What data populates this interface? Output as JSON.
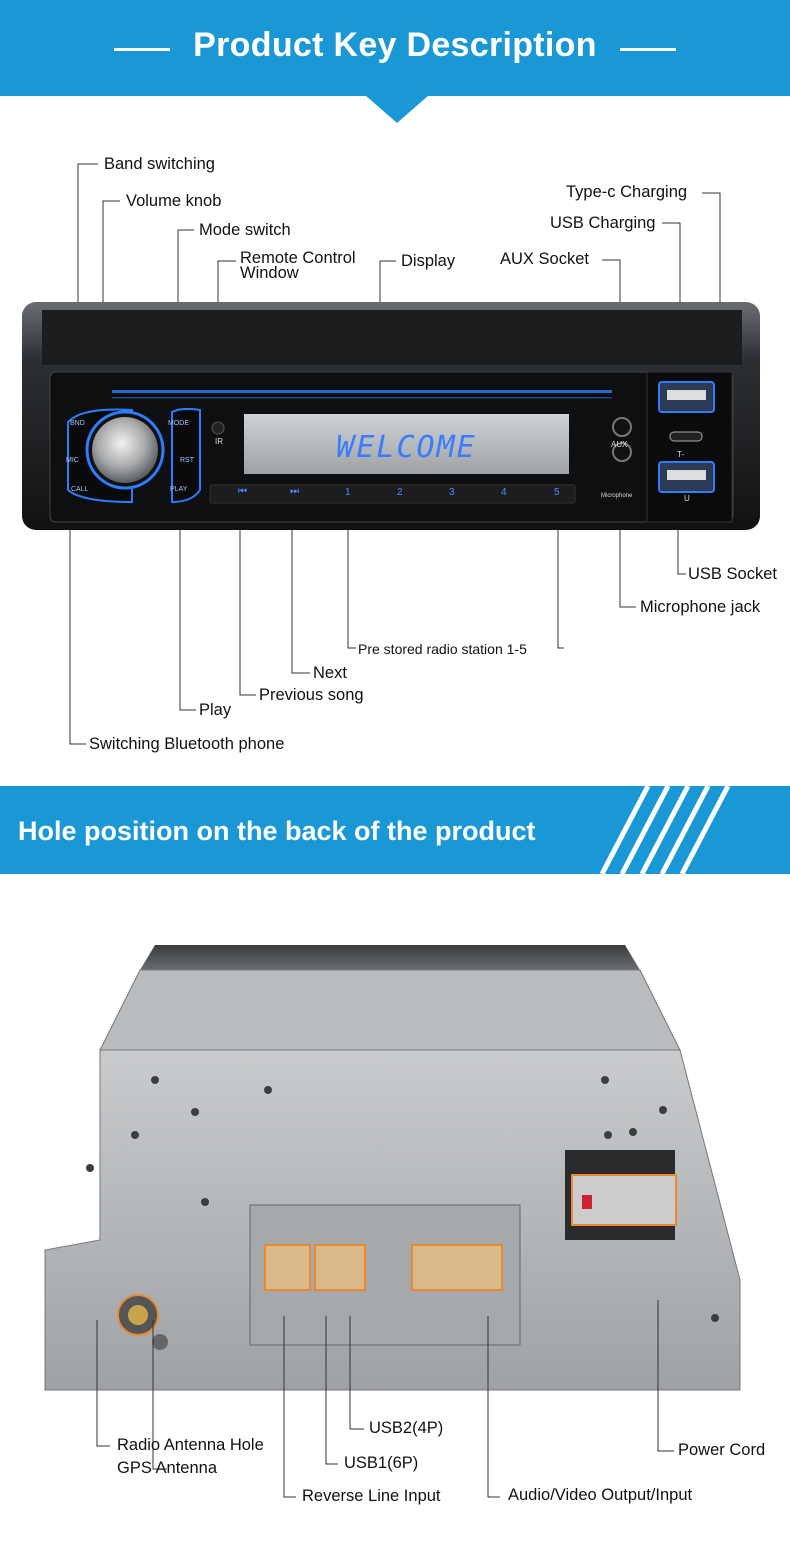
{
  "banner_top": {
    "title": "Product Key Description"
  },
  "front_labels": {
    "band_switching": "Band switching",
    "volume_knob": "Volume knob",
    "mode_switch": "Mode switch",
    "remote_control_line1": "Remote Control",
    "remote_control_line2": "Window",
    "display": "Display",
    "aux_socket": "AUX Socket",
    "usb_charging": "USB Charging",
    "type_c_charging": "Type-c Charging",
    "usb_socket": "USB Socket",
    "microphone_jack": "Microphone jack",
    "pre_stored": "Pre stored radio station 1-5",
    "next": "Next",
    "previous_song": "Previous song",
    "play": "Play",
    "switching_bt": "Switching Bluetooth phone"
  },
  "radio_panel": {
    "screen_text": "WELCOME",
    "btn_bnd": "BND",
    "btn_mode": "MODE",
    "btn_mic": "MIC",
    "btn_rst": "RST",
    "btn_call": "CALL",
    "btn_play": "PLAY",
    "ir": "IR",
    "aux": "AUX",
    "microphone": "Microphone",
    "t_port": "T-",
    "u_port": "U",
    "presets": [
      "1",
      "2",
      "3",
      "4",
      "5"
    ]
  },
  "banner_bottom": {
    "title": "Hole position on the back of the product"
  },
  "back_labels": {
    "radio_antenna_hole": "Radio Antenna Hole",
    "gps_antenna": "GPS Antenna",
    "usb2": "USB2(4P)",
    "usb1": "USB1(6P)",
    "reverse_line_input": "Reverse Line Input",
    "audio_video": "Audio/Video Output/Input",
    "power_cord": "Power Cord"
  },
  "colors": {
    "banner": "#1a98d5",
    "leader": "#e88a30",
    "screen_text": "#3a7bff",
    "blue_glow": "#2f7dff"
  }
}
